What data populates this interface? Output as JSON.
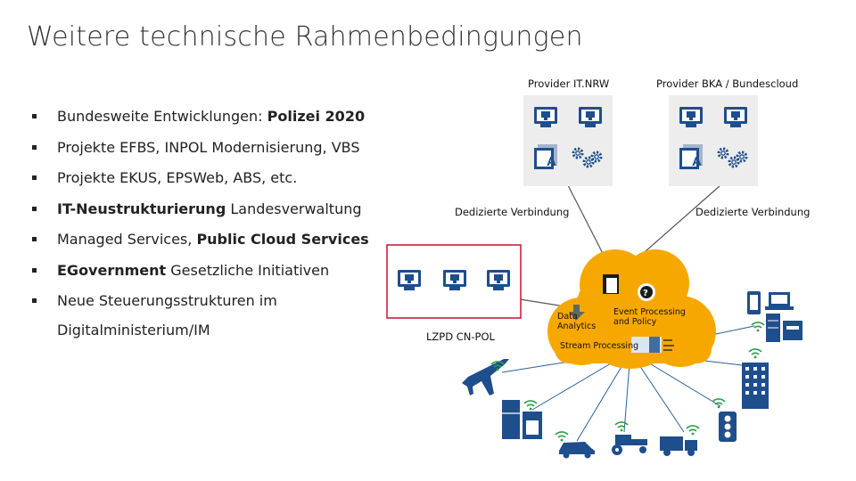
{
  "page": {
    "title": "Weitere technische Rahmenbedingungen"
  },
  "bullets": [
    {
      "normal1": "Bundesweite Entwicklungen: ",
      "bold": "Polizei 2020",
      "normal2": ""
    },
    {
      "normal1": "Projekte EFBS, INPOL Modernisierung, VBS",
      "bold": "",
      "normal2": ""
    },
    {
      "normal1": "Projekte EKUS, EPSWeb, ABS, etc.",
      "bold": "",
      "normal2": ""
    },
    {
      "normal1": "",
      "bold": "IT-Neustrukturierung",
      "normal2": " Landesverwaltung"
    },
    {
      "normal1": "Managed Services, ",
      "bold": "Public Cloud Services",
      "normal2": ""
    },
    {
      "normal1": "",
      "bold": "EGovernment",
      "normal2": " Gesetzliche Initiativen"
    },
    {
      "normal1": "Neue Steuerungsstrukturen im",
      "bold": "",
      "normal2": "",
      "continuation": "Digitalministerium/IM"
    }
  ],
  "diagram": {
    "provider_nrw": "Provider IT.NRW",
    "provider_bka": "Provider BKA / Bundescloud",
    "connection_left": "Dedizierte Verbindung",
    "connection_right": "Dedizierte Verbindung",
    "lzpd": "LZPD CN-POL",
    "cloud_data_analytics": "Data\nAnalytics",
    "cloud_event_processing": "Event Processing\nand Policy",
    "cloud_stream_processing": "Stream Processing",
    "app_letter": "A",
    "colors": {
      "accent_blue": "#1e4e8c",
      "cloud_orange": "#f6a800",
      "red_frame": "#c8102e",
      "wifi_green": "#2e9e48"
    },
    "icons": [
      "monitor-icon",
      "app-a-icon",
      "gears-icon",
      "phone-icon",
      "laptop-icon",
      "server-icon",
      "printer-icon",
      "building-icon",
      "traffic-light-icon",
      "truck-icon",
      "tractor-icon",
      "car-icon",
      "fridge-icon",
      "airplane-icon"
    ]
  }
}
